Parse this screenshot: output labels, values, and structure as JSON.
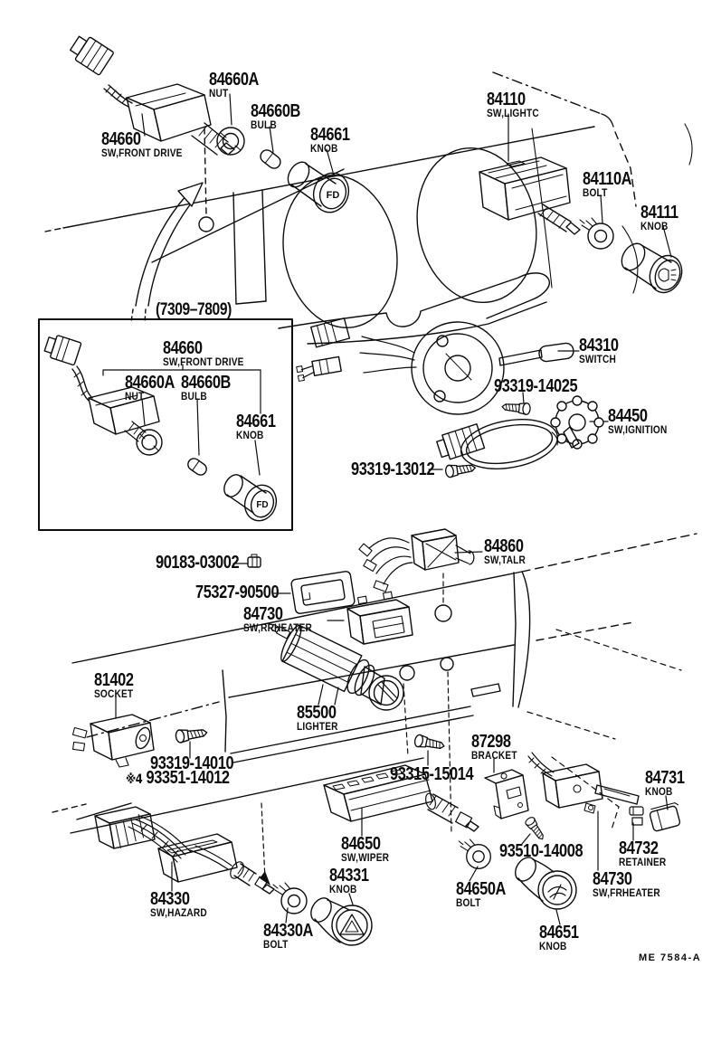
{
  "parts": {
    "fd_sw": {
      "no": "84660",
      "desc": "SW,FRONT DRIVE"
    },
    "fd_nut": {
      "no": "84660A",
      "desc": "NUT"
    },
    "fd_bulb": {
      "no": "84660B",
      "desc": "BULB"
    },
    "fd_knob": {
      "no": "84661",
      "desc": "KNOB"
    },
    "light_sw": {
      "no": "84110",
      "desc": "SW,LIGHTC"
    },
    "light_bolt": {
      "no": "84110A",
      "desc": "BOLT"
    },
    "light_knob": {
      "no": "84111",
      "desc": "KNOB"
    },
    "turn_sw": {
      "no": "84310",
      "desc": "SWITCH"
    },
    "screw_14025": {
      "no": "93319-14025"
    },
    "ign_sw": {
      "no": "84450",
      "desc": "SW,IGNITION"
    },
    "screw_13012": {
      "no": "93319-13012"
    },
    "clip": {
      "no": "90183-03002"
    },
    "bezel": {
      "no": "75327-90500"
    },
    "rrheater_sw": {
      "no": "84730",
      "desc": "SW,RRHEATER"
    },
    "tail_sw": {
      "no": "84860",
      "desc": "SW,TALR"
    },
    "socket": {
      "no": "81402",
      "desc": "SOCKET"
    },
    "lighter": {
      "no": "85500",
      "desc": "LIGHTER"
    },
    "screw_14010": {
      "no": "93319-14010"
    },
    "screw_14012": {
      "prefix": "※4",
      "no": "93351-14012"
    },
    "screw_15014": {
      "no": "93315-15014"
    },
    "bracket": {
      "no": "87298",
      "desc": "BRACKET"
    },
    "wiper_sw": {
      "no": "84650",
      "desc": "SW,WIPER"
    },
    "hazard_knob": {
      "no": "84331",
      "desc": "KNOB"
    },
    "hazard_sw": {
      "no": "84330",
      "desc": "SW,HAZARD"
    },
    "hazard_bolt": {
      "no": "84330A",
      "desc": "BOLT"
    },
    "wiper_bolt": {
      "no": "84650A",
      "desc": "BOLT"
    },
    "screw_14008": {
      "no": "93510-14008"
    },
    "heater_knob": {
      "no": "84651",
      "desc": "KNOB"
    },
    "frheater_knob": {
      "no": "84731",
      "desc": "KNOB"
    },
    "frheater_ret": {
      "no": "84732",
      "desc": "RETAINER"
    },
    "frheater_sw": {
      "no": "84730",
      "desc": "SW,FRHEATER"
    }
  },
  "annotations": {
    "variant_range": "(7309–7809)",
    "sheet_code": "ME 7584-A",
    "knob_fd": "FD"
  },
  "colors": {
    "ink": "#0d0d0d",
    "paper": "#ffffff"
  }
}
